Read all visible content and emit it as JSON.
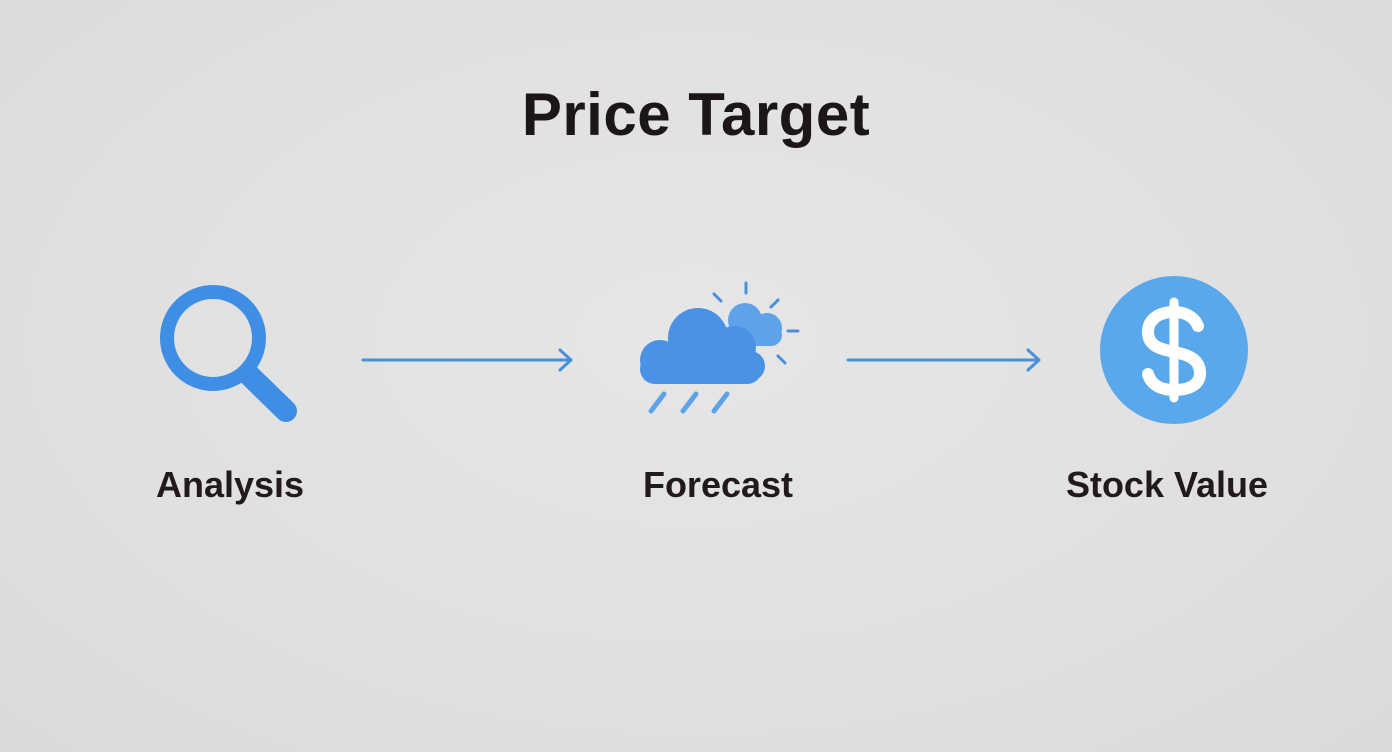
{
  "title": "Price Target",
  "steps": [
    {
      "label": "Analysis",
      "icon": "magnifying-glass-icon"
    },
    {
      "label": "Forecast",
      "icon": "cloud-rain-sun-icon"
    },
    {
      "label": "Stock Value",
      "icon": "dollar-coin-icon"
    }
  ],
  "connectors": [
    "arrow-right",
    "arrow-right"
  ],
  "colors": {
    "background": "#e1e1e1",
    "icon_blue": "#3f8ee6",
    "coin_blue": "#5aa8ec",
    "arrow_blue": "#4a8fdc",
    "text": "#1d1616"
  }
}
